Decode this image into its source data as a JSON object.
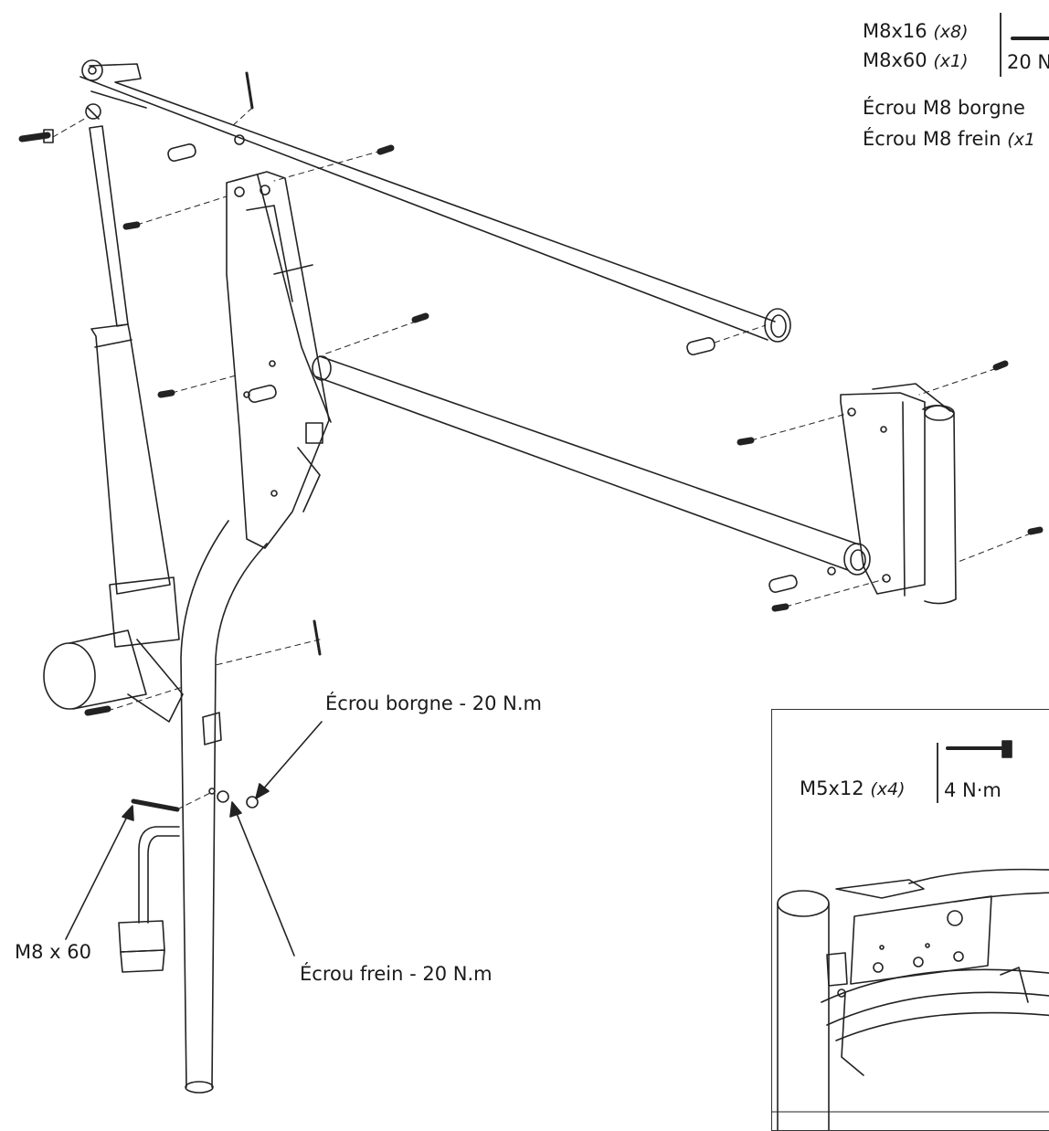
{
  "hardware_top": {
    "screw1_name": "M8x16",
    "screw1_qty": "(x8)",
    "screw2_name": "M8x60",
    "screw2_qty": "(x1)",
    "torque": "20 N",
    "nut1": "Écrou M8 borgne",
    "nut2_name": "Écrou M8 frein",
    "nut2_qty": "(x1"
  },
  "callouts": {
    "cap_nut": "Écrou borgne - 20 N.m",
    "lock_nut": "Écrou frein - 20 N.m",
    "long_screw": "M8 x 60"
  },
  "inset": {
    "screw_name": "M5x12",
    "screw_qty": "(x4)",
    "torque": "4 N·m"
  }
}
